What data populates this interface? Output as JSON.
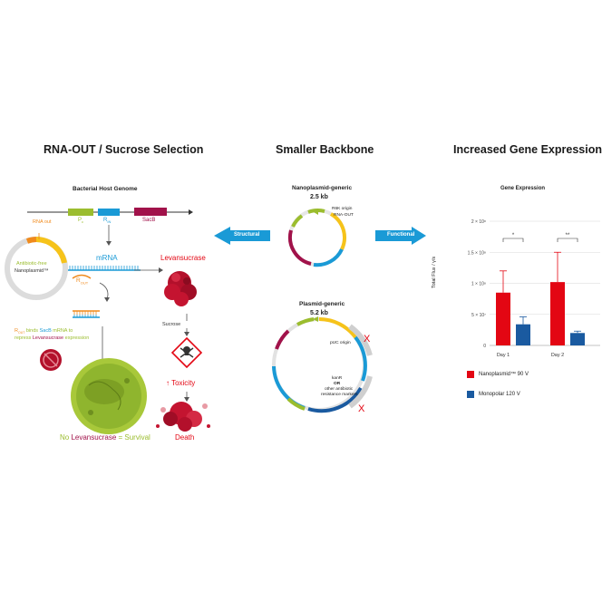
{
  "headings": {
    "left": "RNA-OUT / Sucrose Selection",
    "middle": "Smaller Backbone",
    "right": "Increased Gene Expression"
  },
  "left_panel": {
    "genome_title": "Bacterial Host Genome",
    "rna_out": "RNA out",
    "p_c": "P",
    "p_c_sub": "c",
    "r_in": "R",
    "r_in_sub": "IN",
    "sacb": "SacB",
    "plasmid_line1": "Antibiotic-free",
    "plasmid_line2": "Nanoplasmid™",
    "mrna": "mRNA",
    "r_out": "R",
    "r_out_sub": "OUT",
    "levansucrase": "Levansucrase",
    "sucrose": "Sucrose",
    "toxicity": "↑ Toxicity",
    "death": "Death",
    "binds_line1_a": "R",
    "binds_line1_sub": "OUT",
    "binds_line1_b": " binds ",
    "binds_line1_c": "SacB",
    "binds_line1_d": " mRNA to",
    "binds_line2": "repress ",
    "binds_line2_b": "Levansucrase",
    "binds_line2_c": " expression",
    "survival_a": "No ",
    "survival_b": "Levansucrase",
    "survival_c": " = Survival"
  },
  "middle_panel": {
    "arrow_left": "Structural",
    "arrow_right": "Functional",
    "nano_title": "Nanoplasmid-generic",
    "nano_size": "2.5 kb",
    "r6k": "R6K origin",
    "rna_out": "RNA-OUT",
    "plasmid_title": "Plasmid-generic",
    "plasmid_size": "5.2 kb",
    "puc": "pUC origin",
    "kanr": "kanR",
    "or": "OR",
    "other1": "other antibiotic",
    "other2": "resistance markers"
  },
  "chart_data": {
    "type": "bar",
    "title": "Gene Expression",
    "ylabel": "Total Flux / γ/s",
    "categories": [
      "Day 1",
      "Day 2"
    ],
    "ytick_labels": [
      "0",
      "5 × 10⁷",
      "1 × 10⁸",
      "1.5 × 10⁸",
      "2 × 10⁸"
    ],
    "ylim": [
      0,
      200000000
    ],
    "series": [
      {
        "name": "Nanoplasmid™ 90 V",
        "values": [
          85000000,
          102000000
        ],
        "errors": [
          35000000,
          48000000
        ],
        "color": "#e30613"
      },
      {
        "name": "Monopolar 120 V",
        "values": [
          34000000,
          20000000
        ],
        "errors": [
          12000000,
          3000000
        ],
        "color": "#1a5aa0"
      }
    ],
    "significance": [
      "*",
      "**"
    ]
  },
  "colors": {
    "red": "#e30613",
    "blue": "#1a9ad6",
    "green": "#9bbd2e",
    "maroon": "#a1124a",
    "orange": "#f08a1c",
    "yellow": "#f6c31a",
    "grey": "#cfcfcf",
    "darkblue": "#1a5aa0"
  }
}
